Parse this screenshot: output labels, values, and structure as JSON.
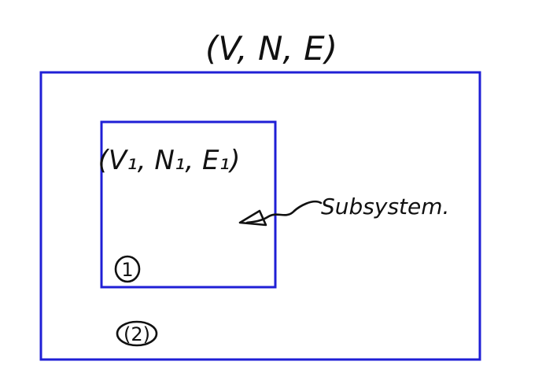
{
  "diagram": {
    "outer_system": {
      "label": "(V, N, E)",
      "marker": "(2)",
      "border_color": "#1f1fd6"
    },
    "inner_subsystem": {
      "label": "(V₁, N₁, E₁)",
      "marker": "1",
      "border_color": "#1f1fd6"
    },
    "annotation": {
      "text": "Subsystem."
    }
  },
  "colors": {
    "background": "#ffffff",
    "ink": "#111111",
    "box_stroke": "#1f1fd6"
  }
}
